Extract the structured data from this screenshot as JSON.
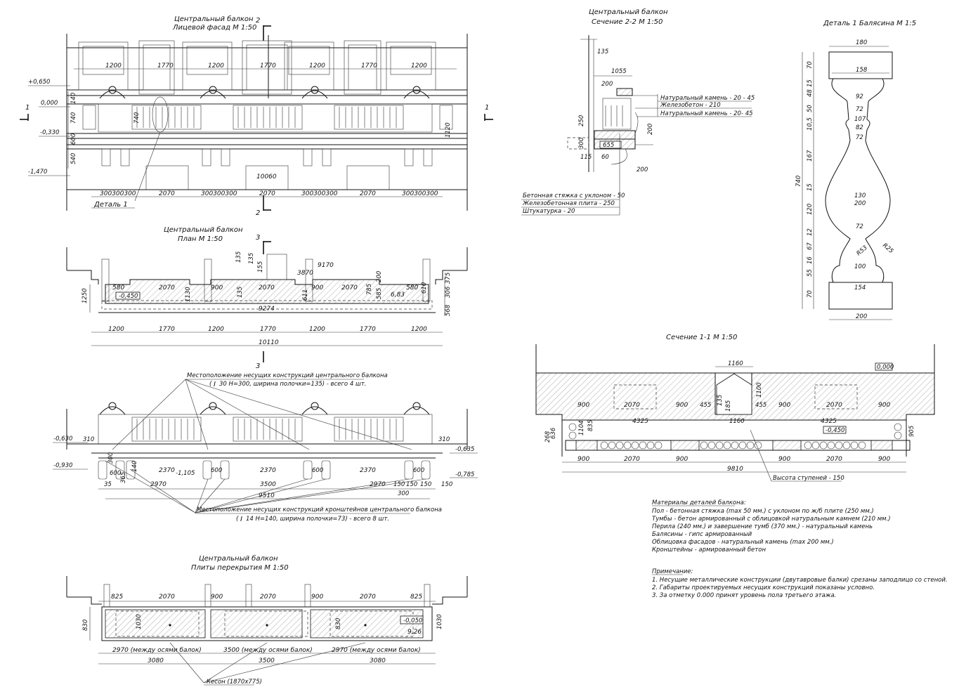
{
  "titles": {
    "facade_1": "Центральный балкон",
    "facade_2": "Лицевой фасад М 1:50",
    "plan_1": "Центральный балкон",
    "plan_2": "План М 1:50",
    "slabs_1": "Центральный балкон",
    "slabs_2": "Плиты перекрытия М 1:50",
    "section22_1": "Центральный балкон",
    "section22_2": "Сечение 2-2 М 1:50",
    "detail1": "Деталь 1 Балясина М 1:5",
    "section11": "Сечение 1-1 М 1:50"
  },
  "facade": {
    "section_mark": "2",
    "side_mark": "1",
    "levels": [
      "+0,650",
      "0,000",
      "-0,330",
      "-1,470"
    ],
    "window_dims": [
      "1200",
      "1770",
      "1200",
      "1770",
      "1200",
      "1770",
      "1200"
    ],
    "left_dims": [
      "140",
      "740",
      "600",
      "540"
    ],
    "right_dim": "1120",
    "inner_dim": "740",
    "door_dim": "10060",
    "bottom_dims": [
      "300300300",
      "2070",
      "300300300",
      "2070",
      "300300300",
      "2070",
      "300300300"
    ],
    "detail_label": "Деталь 1"
  },
  "plan": {
    "section_mark": "3",
    "top_dims": [
      "135",
      "135",
      "155"
    ],
    "dims_9170": "9170",
    "dims_3870": "3870",
    "inner_dims": [
      "580",
      "2070",
      "900",
      "2070",
      "900",
      "2070",
      "580"
    ],
    "level": "-0,450",
    "vert_dims": [
      "1130",
      "135",
      "611",
      "785",
      "585",
      "200",
      "610"
    ],
    "right_dims": [
      "568",
      "306",
      "375"
    ],
    "slope": "6,83",
    "left_dim": "1250",
    "dim_9274": "9274",
    "bottom_dims": [
      "1200",
      "1770",
      "1200",
      "1770",
      "1200",
      "1770",
      "1200"
    ],
    "total": "10110"
  },
  "supports": {
    "note_top_1": "Местоположение несущих конструкций центрального балкона",
    "note_top_2": "30 Н=300, ширина полочки=135) - всего 4 шт.",
    "note_top_paren": "(",
    "levels": [
      "-0,630",
      "-0,930",
      "-0,635",
      "-0,785",
      "-1,105"
    ],
    "dims_310": "310",
    "dims_misc": [
      "300",
      "600",
      "365",
      "140",
      "600",
      "600",
      "600"
    ],
    "dims_2370": "2370",
    "dims_2970": "2970",
    "dims_3500": "3500",
    "dims_150": "150",
    "dims_35": "35",
    "dim_300b": "300",
    "total": "9510",
    "note_bot_1": "Местоположение несущих конструкций кронштейнов центрального балкона",
    "note_bot_2": "14 Н=140, ширина полочки=73) - всего 8 шт.",
    "note_bot_paren": "("
  },
  "slabs": {
    "top_dims": [
      "825",
      "2070",
      "900",
      "2070",
      "900",
      "2070",
      "825"
    ],
    "left_dim": "830",
    "vert_dims": [
      "1030",
      "830",
      "1030"
    ],
    "level": "-0,050",
    "slope": "9,26",
    "bottom_1": [
      "2970 (между осями балок)",
      "3500 (между осями балок)",
      "2970 (между осями балок)"
    ],
    "bottom_2": [
      "3080",
      "3500",
      "3080"
    ],
    "caisson": "Кесон (1870х775)"
  },
  "section22": {
    "dims": [
      "135",
      "1055",
      "200",
      "250",
      "300",
      "655",
      "115",
      "60",
      "200",
      "200"
    ],
    "callouts": [
      "Натуральный камень - 20 - 45",
      "Железобетон - 210",
      "Натуральный камень - 20- 45"
    ],
    "layers": [
      "Бетонная стяжка с уклоном - 50",
      "Железобетонная плита - 250",
      "Штукатурка - 20"
    ]
  },
  "baluster": {
    "widths": [
      "180",
      "158",
      "92",
      "72",
      "107",
      "82",
      "72",
      "130",
      "200",
      "72",
      "100",
      "154",
      "200"
    ],
    "heights": [
      "70",
      "15",
      "48",
      "50",
      "10,5",
      "167",
      "15",
      "120",
      "12",
      "67",
      "16",
      "55",
      "70"
    ],
    "total": "740",
    "radii": [
      "R53",
      "R25"
    ]
  },
  "section11": {
    "level_top": "0,000",
    "dim_1160": "1160",
    "dim_1160b": "1160",
    "dims_row": [
      "900",
      "2070",
      "900",
      "455",
      "455",
      "900",
      "2070",
      "900"
    ],
    "dims_4325": "4325",
    "dims_vert": [
      "1100",
      "185",
      "135",
      "1104",
      "835",
      "636",
      "268",
      "905"
    ],
    "level": "-0,450",
    "bottom_dims": [
      "900",
      "2070",
      "900",
      "",
      "900",
      "2070",
      "900"
    ],
    "total": "9810",
    "note": "Высота ступеней - 150"
  },
  "materials": {
    "heading": "Материалы деталей балкона:",
    "lines": [
      "Пол - бетонная стяжка (max 50 мм.) с уклоном по ж/б плите (250 мм.)",
      "Тумбы - бетон армированный с облицовкой натуральным камнем (210 мм.)",
      "Перила (240 мм.) и завершение тумб (370 мм.) - натуральный камень",
      "Балясины - гипс армированный",
      "Облицовка фасадов - натуральный камень (max 200 мм.)",
      "Кронштейны - армированный бетон"
    ]
  },
  "notes": {
    "heading": "Примечание:",
    "lines": [
      "1. Несущие металлические конструкции (двутавровые балки) срезаны заподлицо со стеной.",
      "2. Габариты проектируемых несущих конструкций показаны условно.",
      "3. За отметку 0.000 принят уровень пола третьего этажа."
    ]
  }
}
